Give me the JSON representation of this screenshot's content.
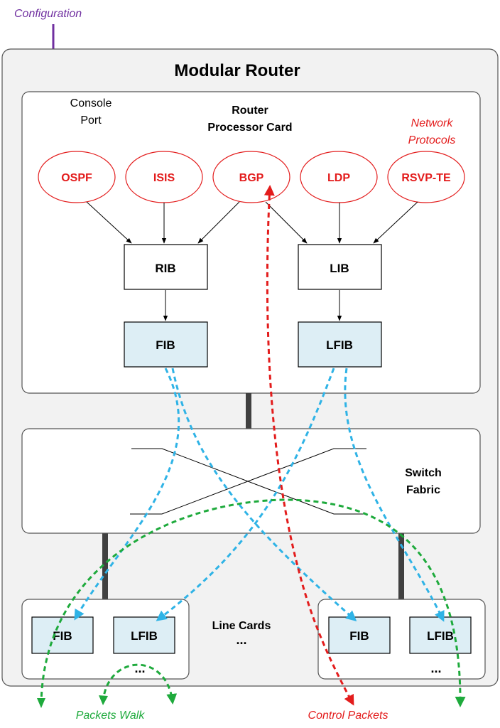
{
  "configuration_label": "Configuration",
  "router": {
    "title": "Modular Router",
    "console_port": [
      "Console",
      "Port"
    ],
    "processor_card": [
      "Router",
      "Processor Card"
    ],
    "network_protocols": [
      "Network",
      "Protocols"
    ],
    "protocols": [
      "OSPF",
      "ISIS",
      "BGP",
      "LDP",
      "RSVP-TE"
    ],
    "rib": "RIB",
    "lib": "LIB",
    "fib": "FIB",
    "lfib": "LFIB"
  },
  "switch_fabric": [
    "Switch",
    "Fabric"
  ],
  "line_cards": {
    "label": "Line Cards",
    "center_ellipsis": "...",
    "left": {
      "fib": "FIB",
      "lfib": "LFIB",
      "ellipsis": "..."
    },
    "right": {
      "fib": "FIB",
      "lfib": "LFIB",
      "ellipsis": "..."
    }
  },
  "packets_walk_label": "Packets Walk",
  "control_packets_label": "Control Packets",
  "colors": {
    "configuration": "#7030a0",
    "protocol_red": "#e31c1c",
    "fib_fill": "#ddeef5",
    "blue_path": "#2fb3e6",
    "green_path": "#1eaa3c",
    "red_path": "#e31c1c",
    "panel": "#f2f2f2"
  }
}
